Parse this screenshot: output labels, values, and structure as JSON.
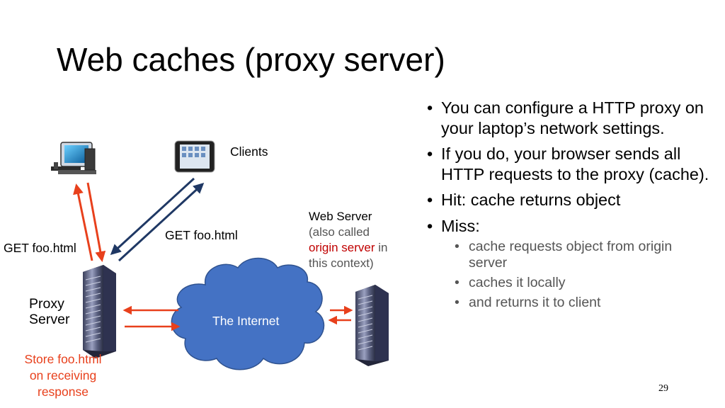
{
  "slide": {
    "title": "Web caches (proxy server)",
    "page_number": "29"
  },
  "bullets": [
    "You can configure a HTTP proxy on your laptop’s network settings.",
    "If you do, your browser sends all HTTP requests to the proxy (cache).",
    "Hit: cache returns object",
    "Miss:"
  ],
  "sub_bullets": [
    "cache requests object from origin server",
    "caches it locally",
    "and returns it to client"
  ],
  "diagram": {
    "clients_label": "Clients",
    "get_left": "GET foo.html",
    "get_middle": "GET foo.html",
    "web_server_label": "Web Server",
    "web_server_note_1": "(also called",
    "web_server_note_origin": "origin server",
    "web_server_note_in": "in",
    "web_server_note_2": "this context)",
    "proxy_line1": "Proxy",
    "proxy_line2": "Server",
    "internet_label": "The Internet",
    "store_line1": "Store foo.html",
    "store_line2": "on receiving",
    "store_line3": "response",
    "colors": {
      "request_arrow": "#e8401c",
      "client_arrow": "#1f3864",
      "cloud": "#4472c4",
      "cloud_text": "#ffffff",
      "note_red": "#c00000"
    }
  }
}
